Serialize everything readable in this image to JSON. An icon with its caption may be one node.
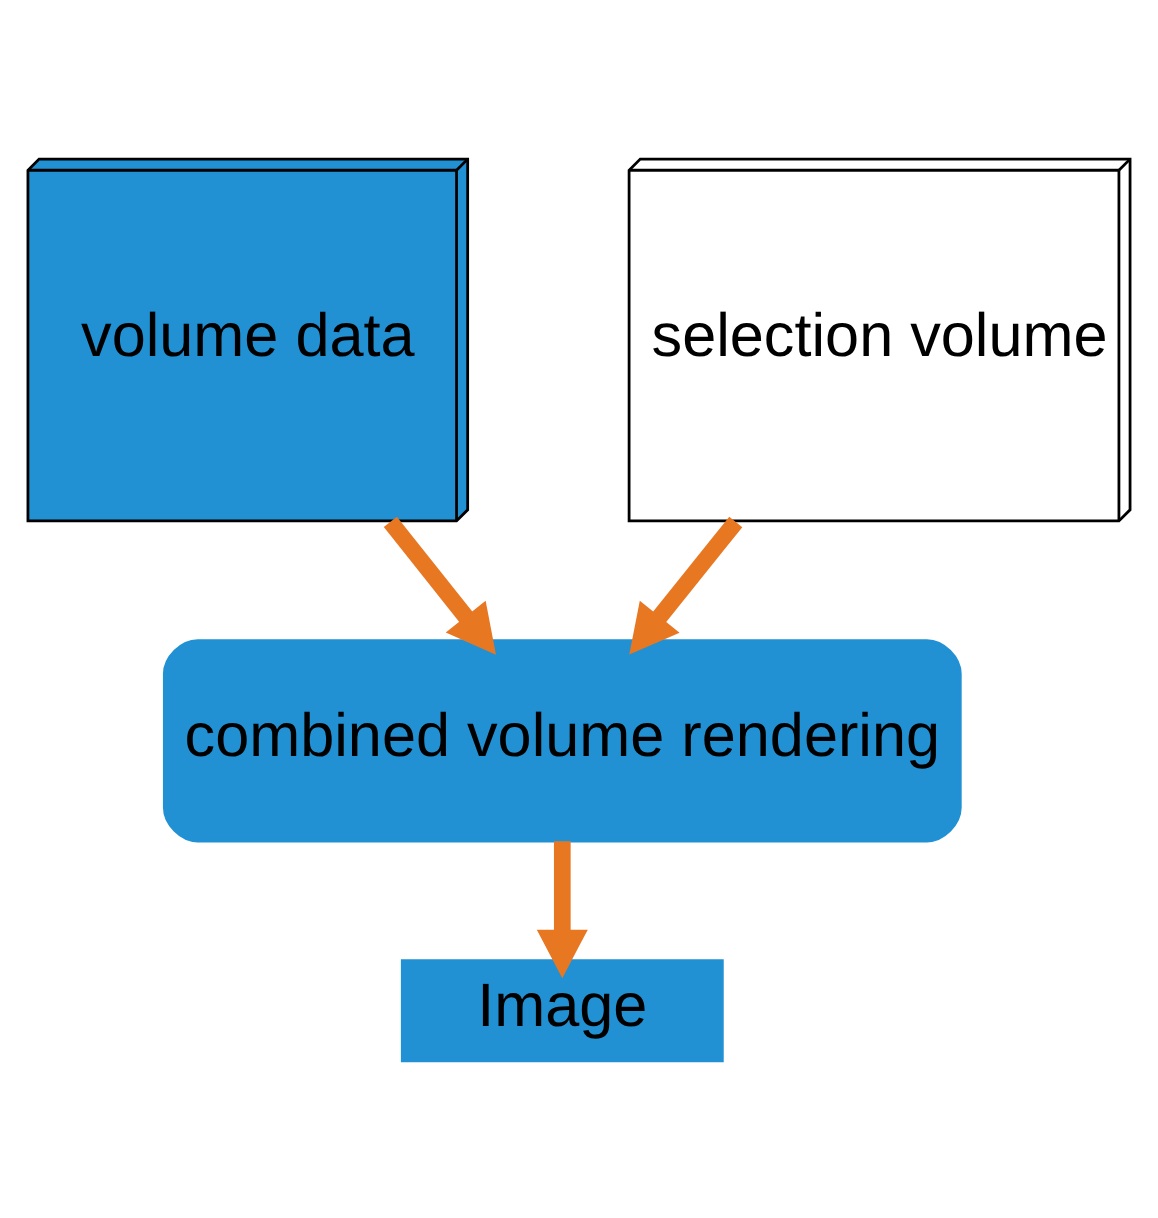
{
  "diagram": {
    "nodes": [
      {
        "text": [
          "volume data"
        ]
      },
      {
        "text": [
          "selection volume"
        ]
      },
      {
        "text": [
          "combined volume rendering"
        ]
      },
      {
        "text": [
          "Image"
        ]
      }
    ],
    "edges": [
      {
        "from": 0,
        "to": 2,
        "arrow": "to"
      },
      {
        "from": 1,
        "to": 2,
        "arrow": "to"
      },
      {
        "from": 2,
        "to": 3,
        "arrow": "to"
      }
    ]
  }
}
